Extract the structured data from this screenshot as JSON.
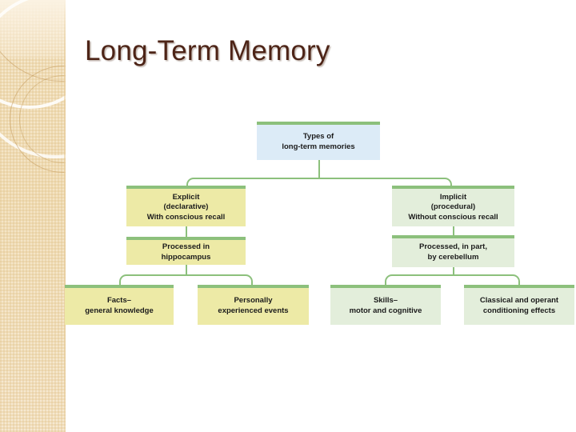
{
  "slide": {
    "title": "Long-Term Memory",
    "title_color": "#4d2417",
    "background_color": "#ffffff"
  },
  "sidebar": {
    "name": "decorative-sidebar",
    "base_color": "#f4e4c4",
    "accent_color": "#c49b5c",
    "highlight_color": "#ffffff"
  },
  "diagram": {
    "accent_bar_color": "#8cc07c",
    "connector_color": "#8cc07c",
    "palette": {
      "blue": "#dcebf7",
      "yellow": "#edeaa6",
      "green": "#e3eedb"
    },
    "nodes": {
      "root": {
        "line1": "Types of",
        "line2": "long-term memories",
        "fill": "blue"
      },
      "explicit": {
        "line1": "Explicit",
        "line2": "(declarative)",
        "line3": "With conscious recall",
        "fill": "yellow"
      },
      "implicit": {
        "line1": "Implicit",
        "line2": "(procedural)",
        "line3": "Without conscious recall",
        "fill": "green"
      },
      "hippocampus": {
        "line1": "Processed in",
        "line2": "hippocampus",
        "fill": "yellow"
      },
      "cerebellum": {
        "line1": "Processed, in part,",
        "line2": "by cerebellum",
        "fill": "green"
      },
      "facts": {
        "line1": "Facts–",
        "line2": "general knowledge",
        "fill": "yellow"
      },
      "events": {
        "line1": "Personally",
        "line2": "experienced events",
        "fill": "yellow"
      },
      "skills": {
        "line1": "Skills–",
        "line2": "motor and cognitive",
        "fill": "green"
      },
      "conditioning": {
        "line1": "Classical and operant",
        "line2": "conditioning effects",
        "fill": "green"
      }
    }
  }
}
